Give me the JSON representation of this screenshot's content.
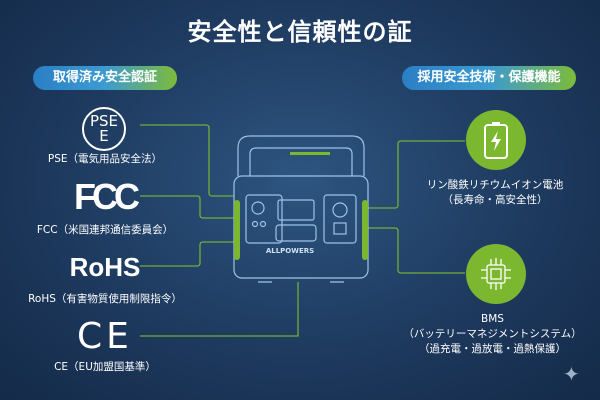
{
  "title": "安全性と信頼性の証",
  "left": {
    "header": "取得済み安全認証",
    "items": [
      {
        "logo": "PSE",
        "logo_sub": "E",
        "label": "PSE（電気用品安全法）"
      },
      {
        "logo": "FC",
        "label": "FCC（米国連邦通信委員会）"
      },
      {
        "logo": "RoHS",
        "label": "RoHS（有害物質使用制限指令）"
      },
      {
        "logo": "CE",
        "label": "CE（EU加盟国基準）"
      }
    ]
  },
  "right": {
    "header": "採用安全技術・保護機能",
    "items": [
      {
        "icon": "battery-icon",
        "lines": [
          "リン酸鉄リチウムイオン電池",
          "（長寿命・高安全性）"
        ]
      },
      {
        "icon": "chip-icon",
        "lines": [
          "BMS",
          "（バッテリーマネジメントシステム）",
          "（過充電・過放電・過熱保護）"
        ]
      }
    ]
  },
  "device": {
    "brand": "ALLPOWERS"
  },
  "colors": {
    "accent": "#7cb82f",
    "line": "#6fae3a"
  }
}
